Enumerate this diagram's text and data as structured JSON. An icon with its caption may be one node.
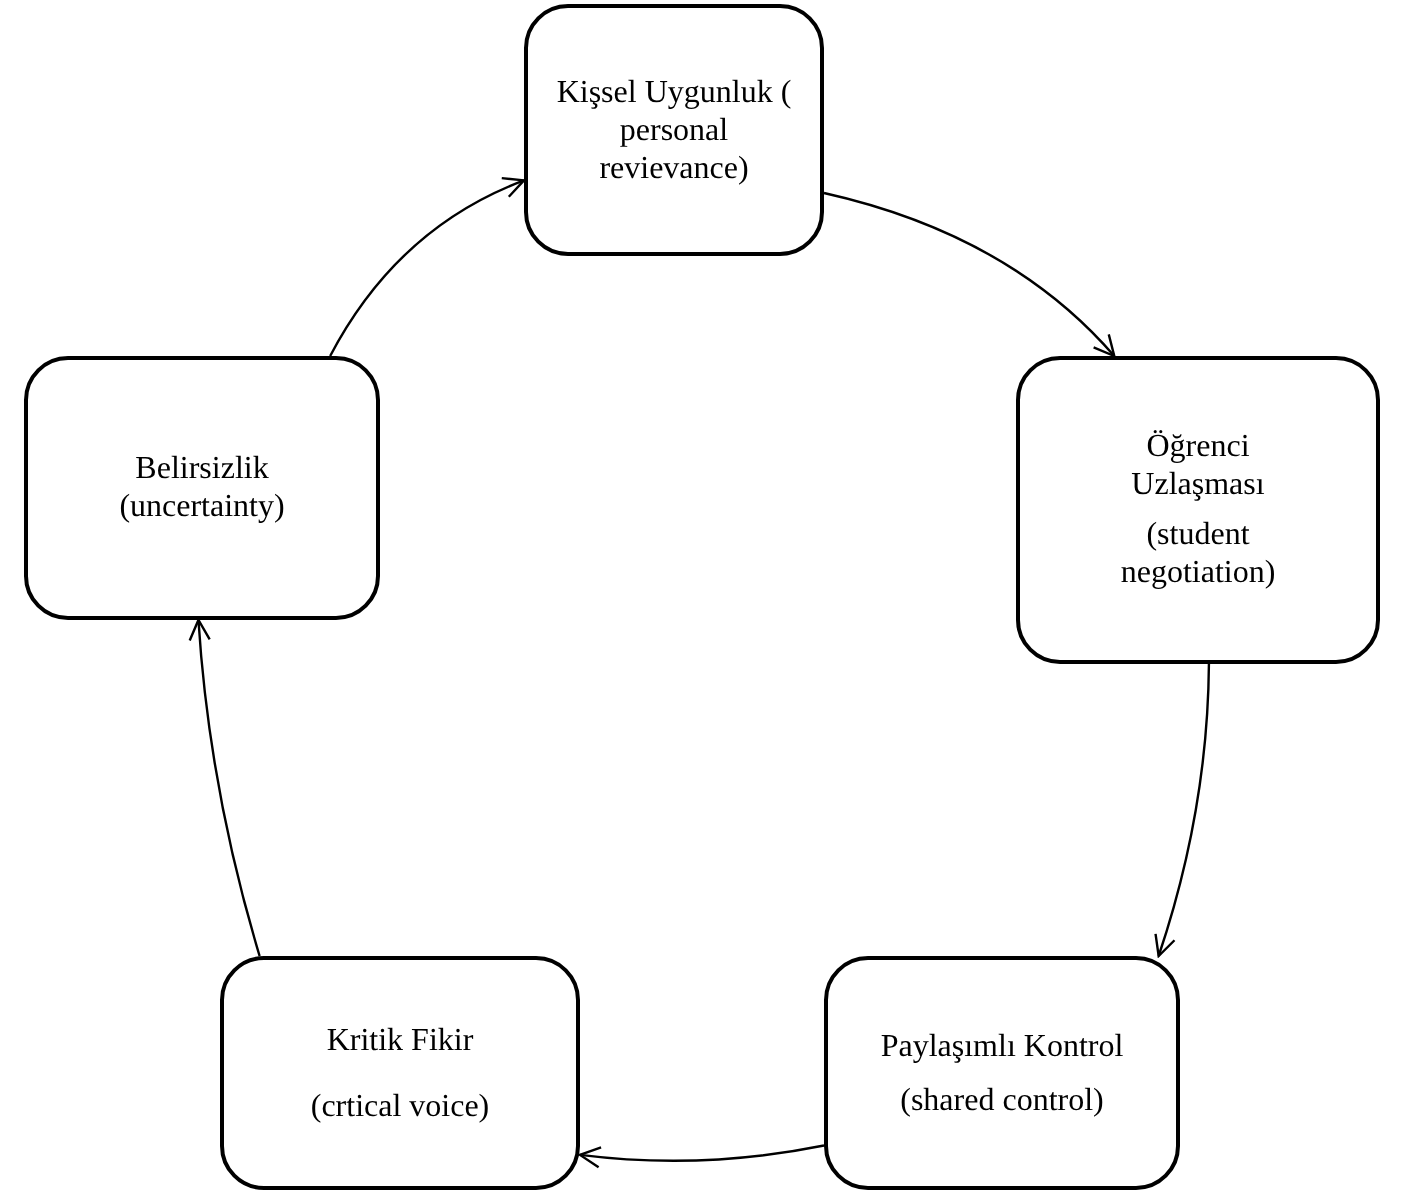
{
  "diagram": {
    "nodes": [
      {
        "text": [
          "Kişsel Uygunluk ( personal revievance)"
        ]
      },
      {
        "text": [
          "Öğrenci Uzlaşması",
          "(student negotiation)"
        ]
      },
      {
        "text": [
          "Paylaşımlı Kontrol",
          "(shared control)"
        ]
      },
      {
        "text": [
          "Kritik Fikir",
          "(crtical voice)"
        ]
      },
      {
        "text": [
          "Belirsizlik (uncertainty)"
        ]
      }
    ],
    "edges": [
      {
        "from": 0,
        "to": 1,
        "arrow": "to"
      },
      {
        "from": 1,
        "to": 2,
        "arrow": "to"
      },
      {
        "from": 2,
        "to": 3,
        "arrow": "to"
      },
      {
        "from": 3,
        "to": 4,
        "arrow": "to"
      },
      {
        "from": 4,
        "to": 0,
        "arrow": "to"
      }
    ]
  }
}
